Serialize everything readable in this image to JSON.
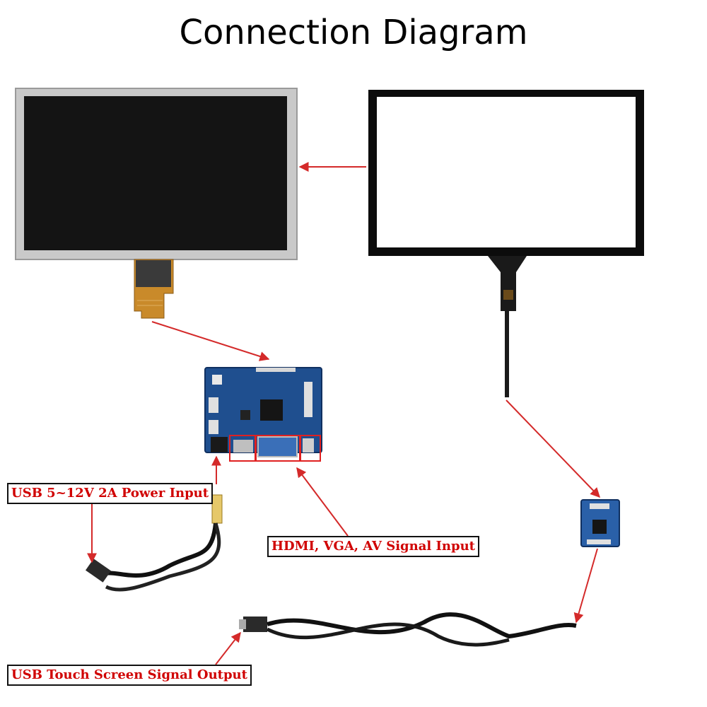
{
  "title": "Connection Diagram",
  "labels": {
    "power_input": "USB 5~12V 2A Power Input",
    "signal_input": "HDMI, VGA, AV Signal Input",
    "touch_output": "USB Touch Screen Signal Output"
  },
  "colors": {
    "arrow": "#d42a2a",
    "label_text": "#d00000",
    "pcb": "#1f4f8f",
    "lcd_frame": "#c8c8c8",
    "lcd_screen": "#141414",
    "flex_cable": "#c98a2a"
  }
}
